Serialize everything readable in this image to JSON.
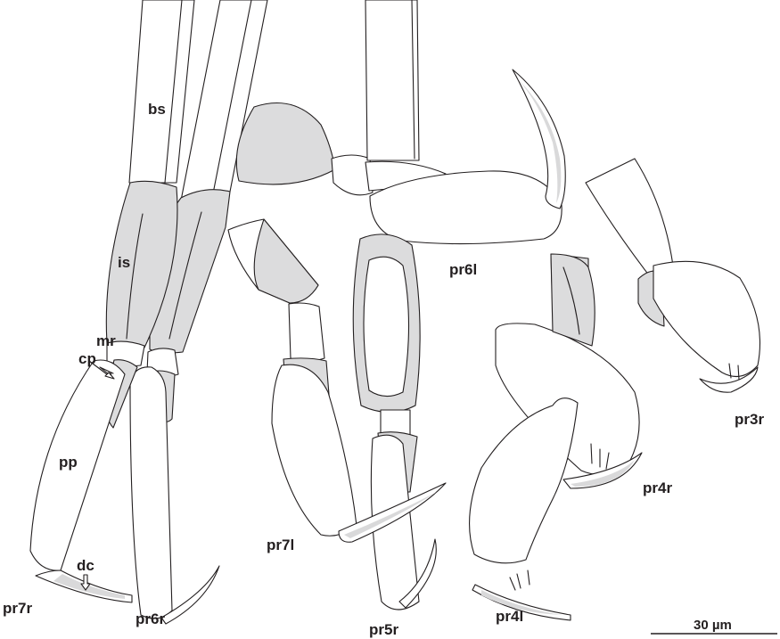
{
  "labels": {
    "bs": "bs",
    "is": "is",
    "mr": "mr",
    "cp": "cp",
    "pp": "pp",
    "dc": "dc",
    "pr7r": "pr7r",
    "pr6r": "pr6r",
    "pr6l": "pr6l",
    "pr7l": "pr7l",
    "pr5r": "pr5r",
    "pr4r": "pr4r",
    "pr4l": "pr4l",
    "pr3r": "pr3r"
  },
  "scale_bar": {
    "label": "30 µm"
  },
  "colors": {
    "outline": "#231f20",
    "shaded_segment": "#dcdcdd",
    "segment": "#ffffff"
  }
}
